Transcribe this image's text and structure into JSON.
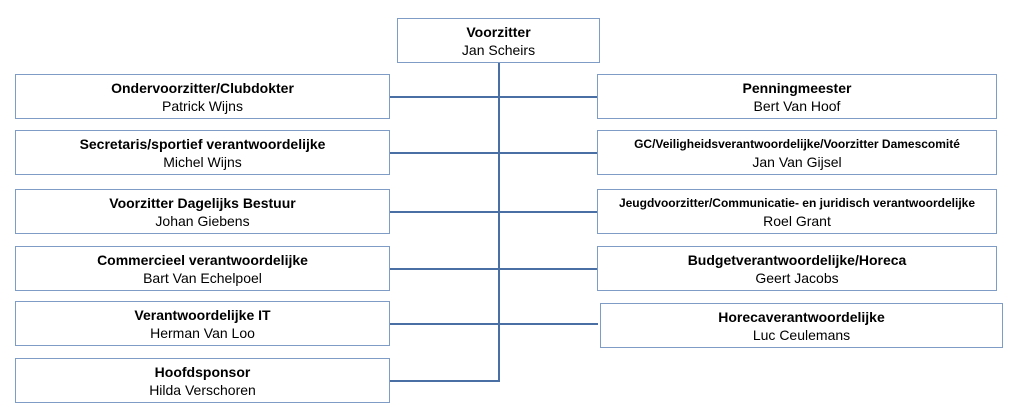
{
  "diagram": {
    "colors": {
      "connector": "#4a6fa5",
      "box_border": "#7f9cc7"
    },
    "top": {
      "role": "Voorzitter",
      "name": "Jan Scheirs"
    },
    "left": [
      {
        "role": "Ondervoorzitter/Clubdokter",
        "name": "Patrick Wijns"
      },
      {
        "role": "Secretaris/sportief verantwoordelijke",
        "name": "Michel Wijns"
      },
      {
        "role": "Voorzitter Dagelijks Bestuur",
        "name": "Johan Giebens"
      },
      {
        "role": "Commercieel verantwoordelijke",
        "name": "Bart Van Echelpoel"
      },
      {
        "role": "Verantwoordelijke IT",
        "name": "Herman Van Loo"
      },
      {
        "role": "Hoofdsponsor",
        "name": "Hilda Verschoren"
      }
    ],
    "right": [
      {
        "role": "Penningmeester",
        "name": "Bert Van Hoof"
      },
      {
        "role": "GC/Veiligheidsverantwoordelijke/Voorzitter Damescomité",
        "name": "Jan Van Gijsel"
      },
      {
        "role": "Jeugdvoorzitter/Communicatie- en juridisch verantwoordelijke",
        "name": "Roel Grant"
      },
      {
        "role": "Budgetverantwoordelijke/Horeca",
        "name": "Geert Jacobs"
      },
      {
        "role": "Horecaverantwoordelijke",
        "name": "Luc Ceulemans"
      }
    ]
  }
}
